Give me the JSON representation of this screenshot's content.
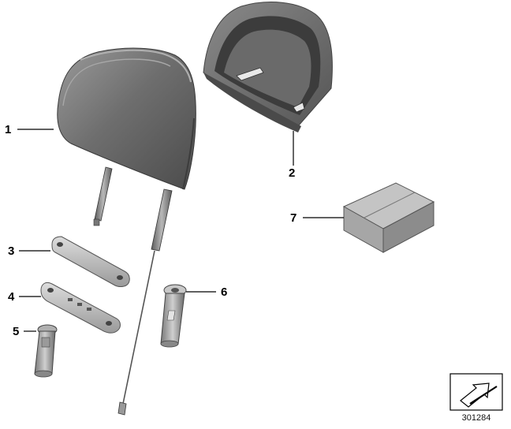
{
  "callouts": {
    "c1": "1",
    "c2": "2",
    "c3": "3",
    "c4": "4",
    "c5": "5",
    "c6": "6",
    "c7": "7"
  },
  "document_number": "301284",
  "colors": {
    "part_dark": "#5a5a5a",
    "part_mid": "#8c8c8c",
    "part_light": "#c8c8c8",
    "leader_line": "#000000"
  }
}
